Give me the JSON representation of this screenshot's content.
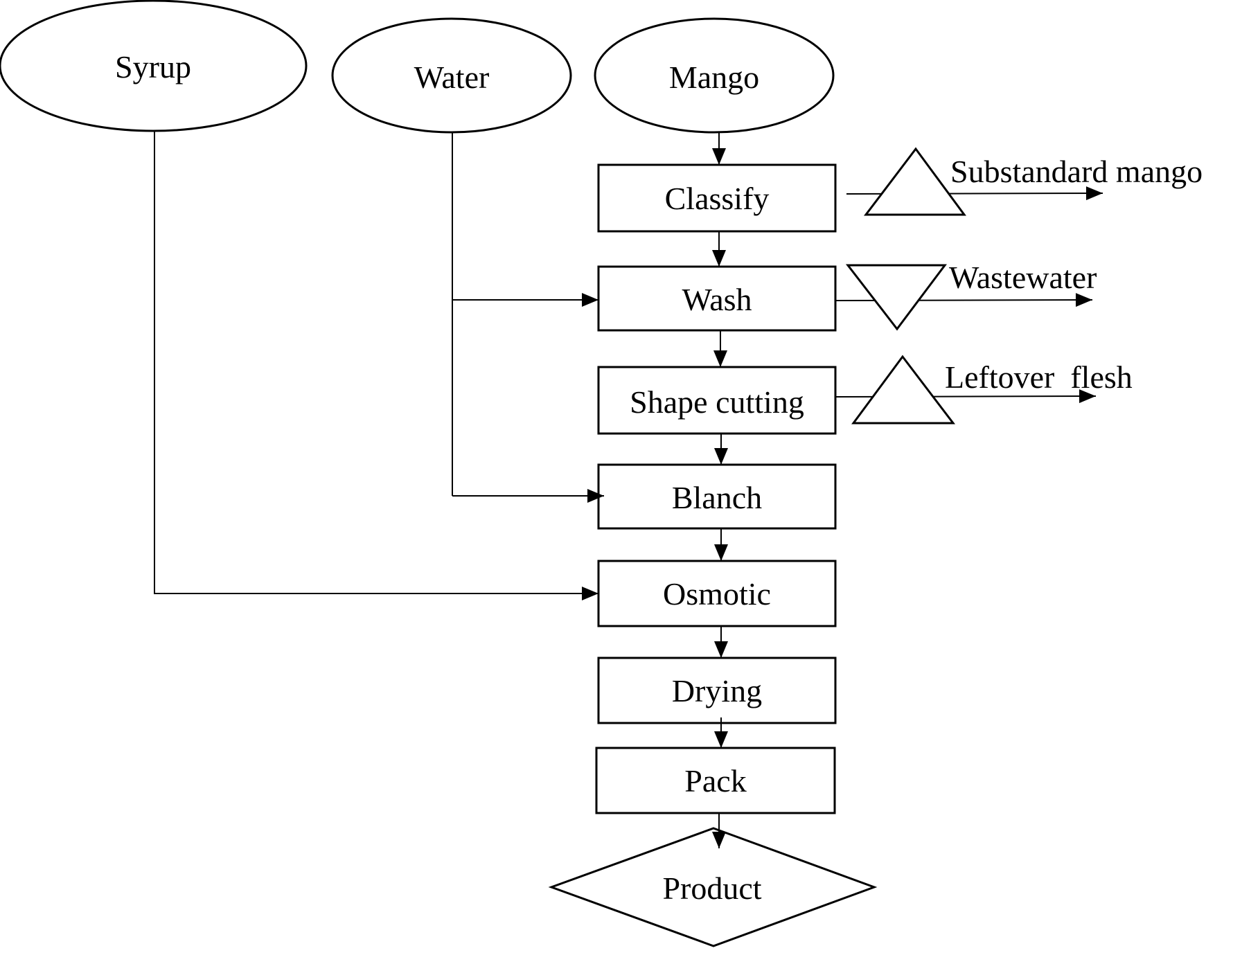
{
  "inputs": {
    "syrup": "Syrup",
    "water": "Water",
    "mango": "Mango"
  },
  "steps": {
    "classify": "Classify",
    "wash": "Wash",
    "shape_cutting": "Shape cutting",
    "blanch": "Blanch",
    "osmotic": "Osmotic",
    "drying": "Drying",
    "pack": "Pack"
  },
  "outputs": {
    "substandard_mango": "Substandard mango",
    "wastewater": "Wastewater",
    "leftover_flesh": "Leftover  flesh",
    "product": "Product"
  }
}
